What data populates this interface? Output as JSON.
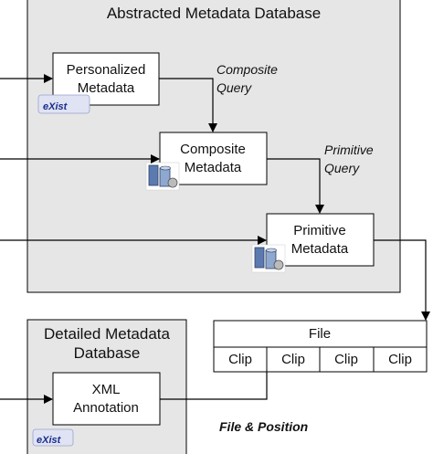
{
  "abstracted_db": {
    "title": "Abstracted Metadata Database"
  },
  "personalized": {
    "line1": "Personalized",
    "line2": "Metadata",
    "logo": "eXist"
  },
  "composite": {
    "line1": "Composite",
    "line2": "Metadata"
  },
  "primitive": {
    "line1": "Primitive",
    "line2": "Metadata"
  },
  "composite_query": {
    "line1": "Composite",
    "line2": "Query"
  },
  "primitive_query": {
    "line1": "Primitive",
    "line2": "Query"
  },
  "detailed_db": {
    "title_line1": "Detailed Metadata",
    "title_line2": "Database"
  },
  "xml": {
    "line1": "XML",
    "line2": "Annotation",
    "logo": "eXist"
  },
  "file": {
    "title": "File",
    "clips": [
      "Clip",
      "Clip",
      "Clip",
      "Clip"
    ]
  },
  "caption": "File & Position",
  "colors": {
    "db_fill": "#e6e6e6",
    "box_fill": "#ffffff",
    "stroke": "#000000",
    "logo_text": "#1a2c8c"
  },
  "icons": [
    "exist-logo-icon",
    "database-server-icon"
  ]
}
